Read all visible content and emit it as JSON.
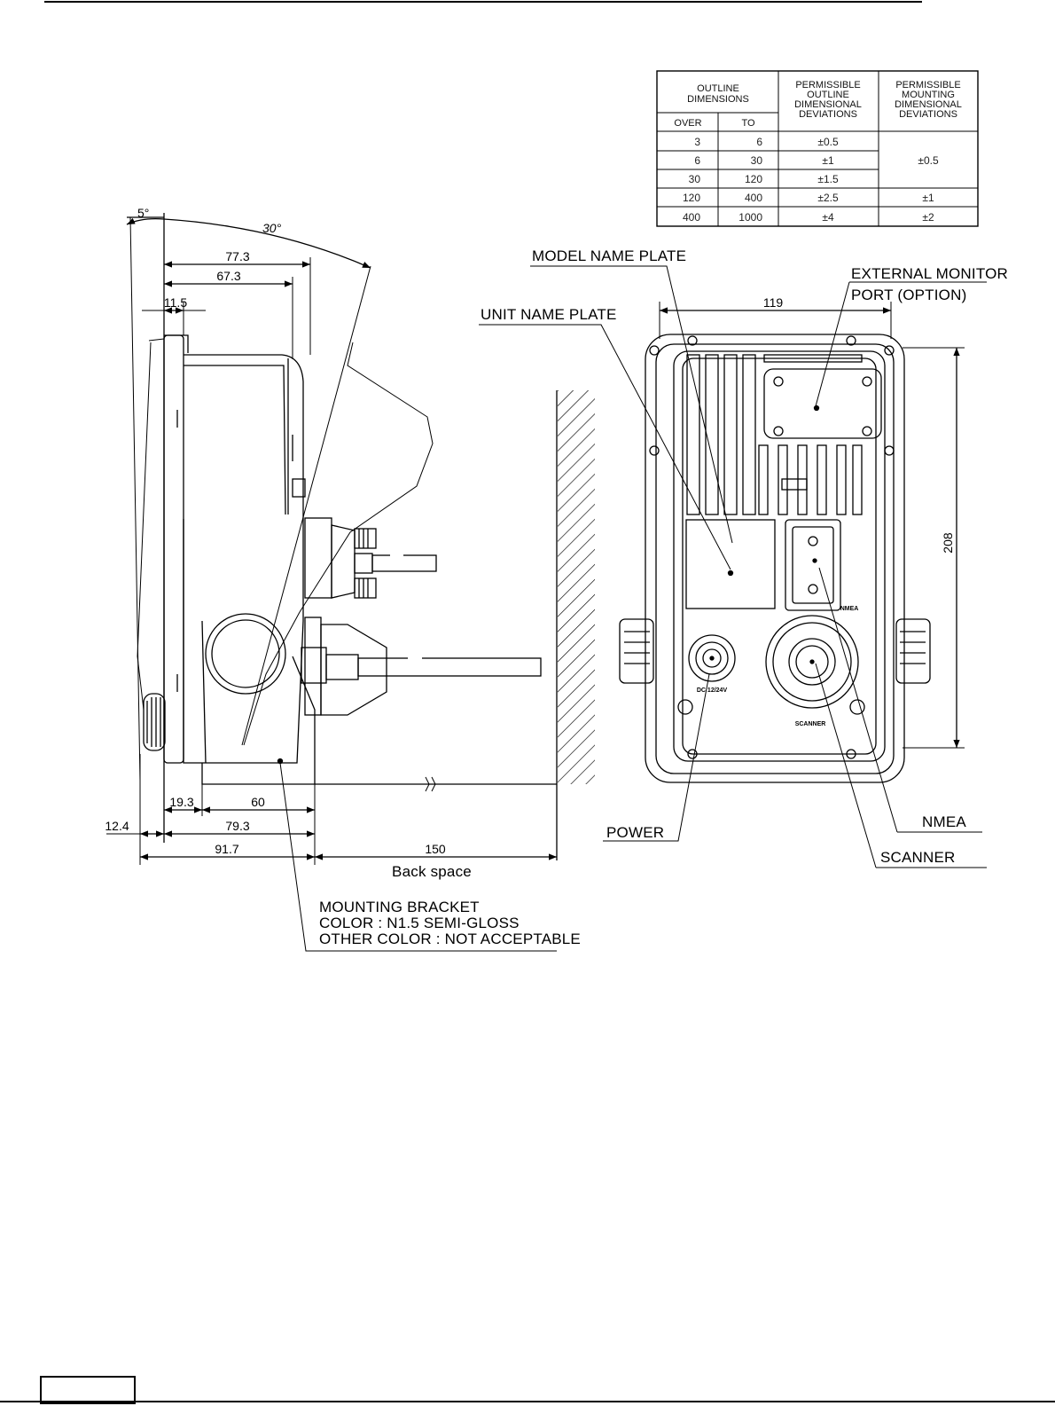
{
  "table": {
    "header_outline": "OUTLINE",
    "header_dimensions": "DIMENSIONS",
    "header_over": "OVER",
    "header_to": "TO",
    "header_outline_dev": [
      "PERMISSIBLE",
      "OUTLINE",
      "DIMENSIONAL",
      "DEVIATIONS"
    ],
    "header_mount_dev": [
      "PERMISSIBLE",
      "MOUNTING",
      "DIMENSIONAL",
      "DEVIATIONS"
    ],
    "rows": [
      {
        "over": "3",
        "to": "6",
        "outline": "±0.5"
      },
      {
        "over": "6",
        "to": "30",
        "outline": "±1"
      },
      {
        "over": "30",
        "to": "120",
        "outline": "±1.5"
      },
      {
        "over": "120",
        "to": "400",
        "outline": "±2.5"
      },
      {
        "over": "400",
        "to": "1000",
        "outline": "±4"
      }
    ],
    "mount_group": "±0.5",
    "mount_row4": "±1",
    "mount_row5": "±2"
  },
  "side_view": {
    "angle_5": "5°",
    "angle_30": "30°",
    "dim_77_3": "77.3",
    "dim_67_3": "67.3",
    "dim_11_5": "11.5",
    "dim_19_3": "19.3",
    "dim_60": "60",
    "dim_12_4": "12.4",
    "dim_79_3": "79.3",
    "dim_91_7": "91.7",
    "dim_150": "150",
    "back_space": "Back space",
    "bracket_note": [
      "MOUNTING BRACKET",
      "COLOR : N1.5 SEMI-GLOSS",
      "OTHER COLOR : NOT ACCEPTABLE"
    ]
  },
  "rear_view": {
    "model_name_plate": "MODEL NAME PLATE",
    "unit_name_plate": "UNIT NAME PLATE",
    "external_monitor": "EXTERNAL MONITOR",
    "port_option": "PORT (OPTION)",
    "dim_119": "119",
    "dim_208": "208",
    "power": "POWER",
    "nmea": "NMEA",
    "scanner": "SCANNER",
    "panel_nmea": "NMEA",
    "panel_dc": "DC 12/24V",
    "panel_scanner": "SCANNER"
  }
}
